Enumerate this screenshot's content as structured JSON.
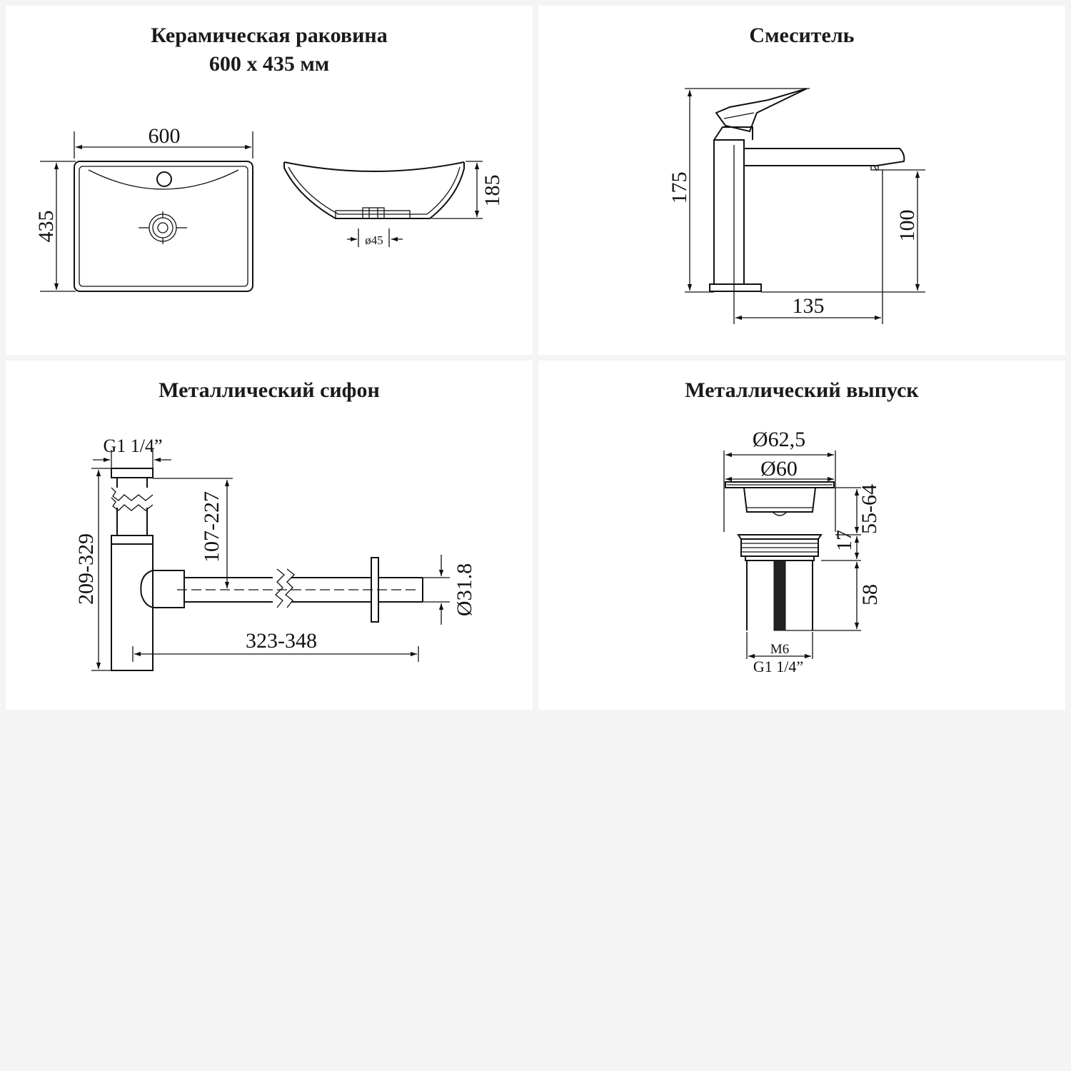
{
  "panels": {
    "basin": {
      "title_line1": "Керамическая раковина",
      "title_line2": "600 х 435 мм",
      "dims": {
        "width": "600",
        "depth": "435",
        "height": "185",
        "drain": "ø45"
      }
    },
    "faucet": {
      "title": "Смеситель",
      "dims": {
        "height": "175",
        "spout_height": "100",
        "reach": "135"
      }
    },
    "siphon": {
      "title": "Металлический сифон",
      "dims": {
        "thread": "G1 1/4”",
        "height": "209-329",
        "inlet": "107-227",
        "length": "323-348",
        "pipe_diameter": "Ø31.8"
      }
    },
    "drain": {
      "title": "Металлический выпуск",
      "dims": {
        "outer_diameter": "Ø62,5",
        "inner_diameter": "Ø60",
        "body": "55-64",
        "flange": "17",
        "tail": "58",
        "rod": "M6",
        "thread": "G1 1/4”"
      }
    }
  }
}
